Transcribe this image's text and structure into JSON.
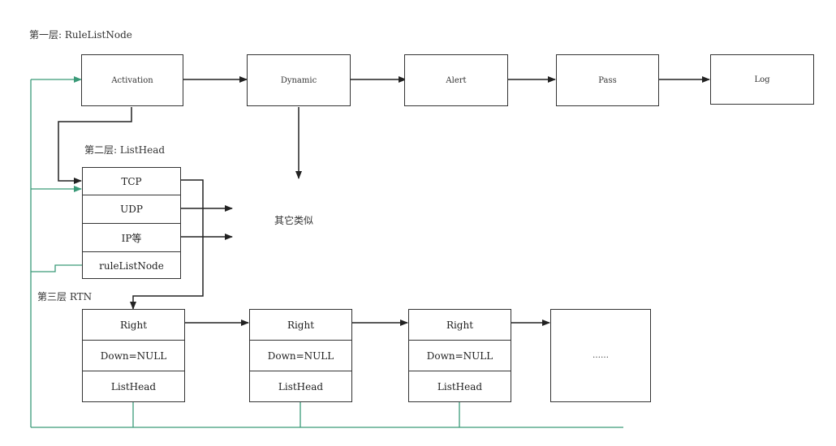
{
  "labels": {
    "layer1": "第一层: RuleListNode",
    "layer2": "第二层: ListHead",
    "layer3": "第三层 RTN",
    "others_similar": "其它类似"
  },
  "layer1_nodes": [
    "Activation",
    "Dynamic",
    "Alert",
    "Pass",
    "Log"
  ],
  "layer2_cells": [
    "TCP",
    "UDP",
    "IP等",
    "ruleListNode"
  ],
  "layer3_nodes": [
    {
      "right": "Right",
      "down": "Down=NULL",
      "listhead": "ListHead"
    },
    {
      "right": "Right",
      "down": "Down=NULL",
      "listhead": "ListHead"
    },
    {
      "right": "Right",
      "down": "Down=NULL",
      "listhead": "ListHead"
    }
  ],
  "layer3_more": "……",
  "colors": {
    "box_border": "#333333",
    "arrow": "#222222",
    "feedback_line": "#3a9a78"
  }
}
